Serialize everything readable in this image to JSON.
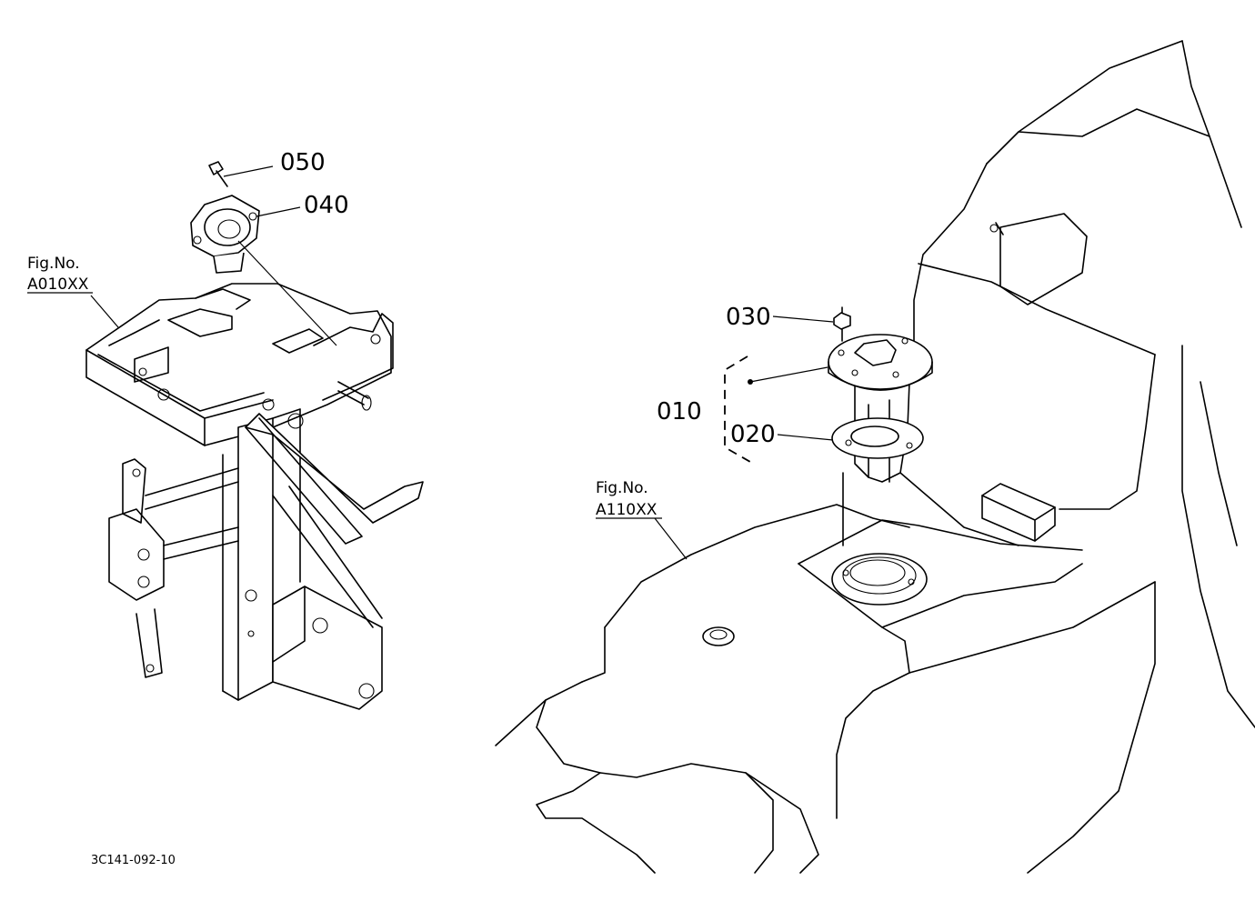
{
  "drawing_number": "3C141-092-10",
  "figure_references": [
    {
      "label": "Fig.No.",
      "code": "A010XX"
    },
    {
      "label": "Fig.No.",
      "code": "A110XX"
    }
  ],
  "callouts": [
    {
      "number": "050"
    },
    {
      "number": "040"
    },
    {
      "number": "030"
    },
    {
      "number": "010"
    },
    {
      "number": "020"
    }
  ]
}
